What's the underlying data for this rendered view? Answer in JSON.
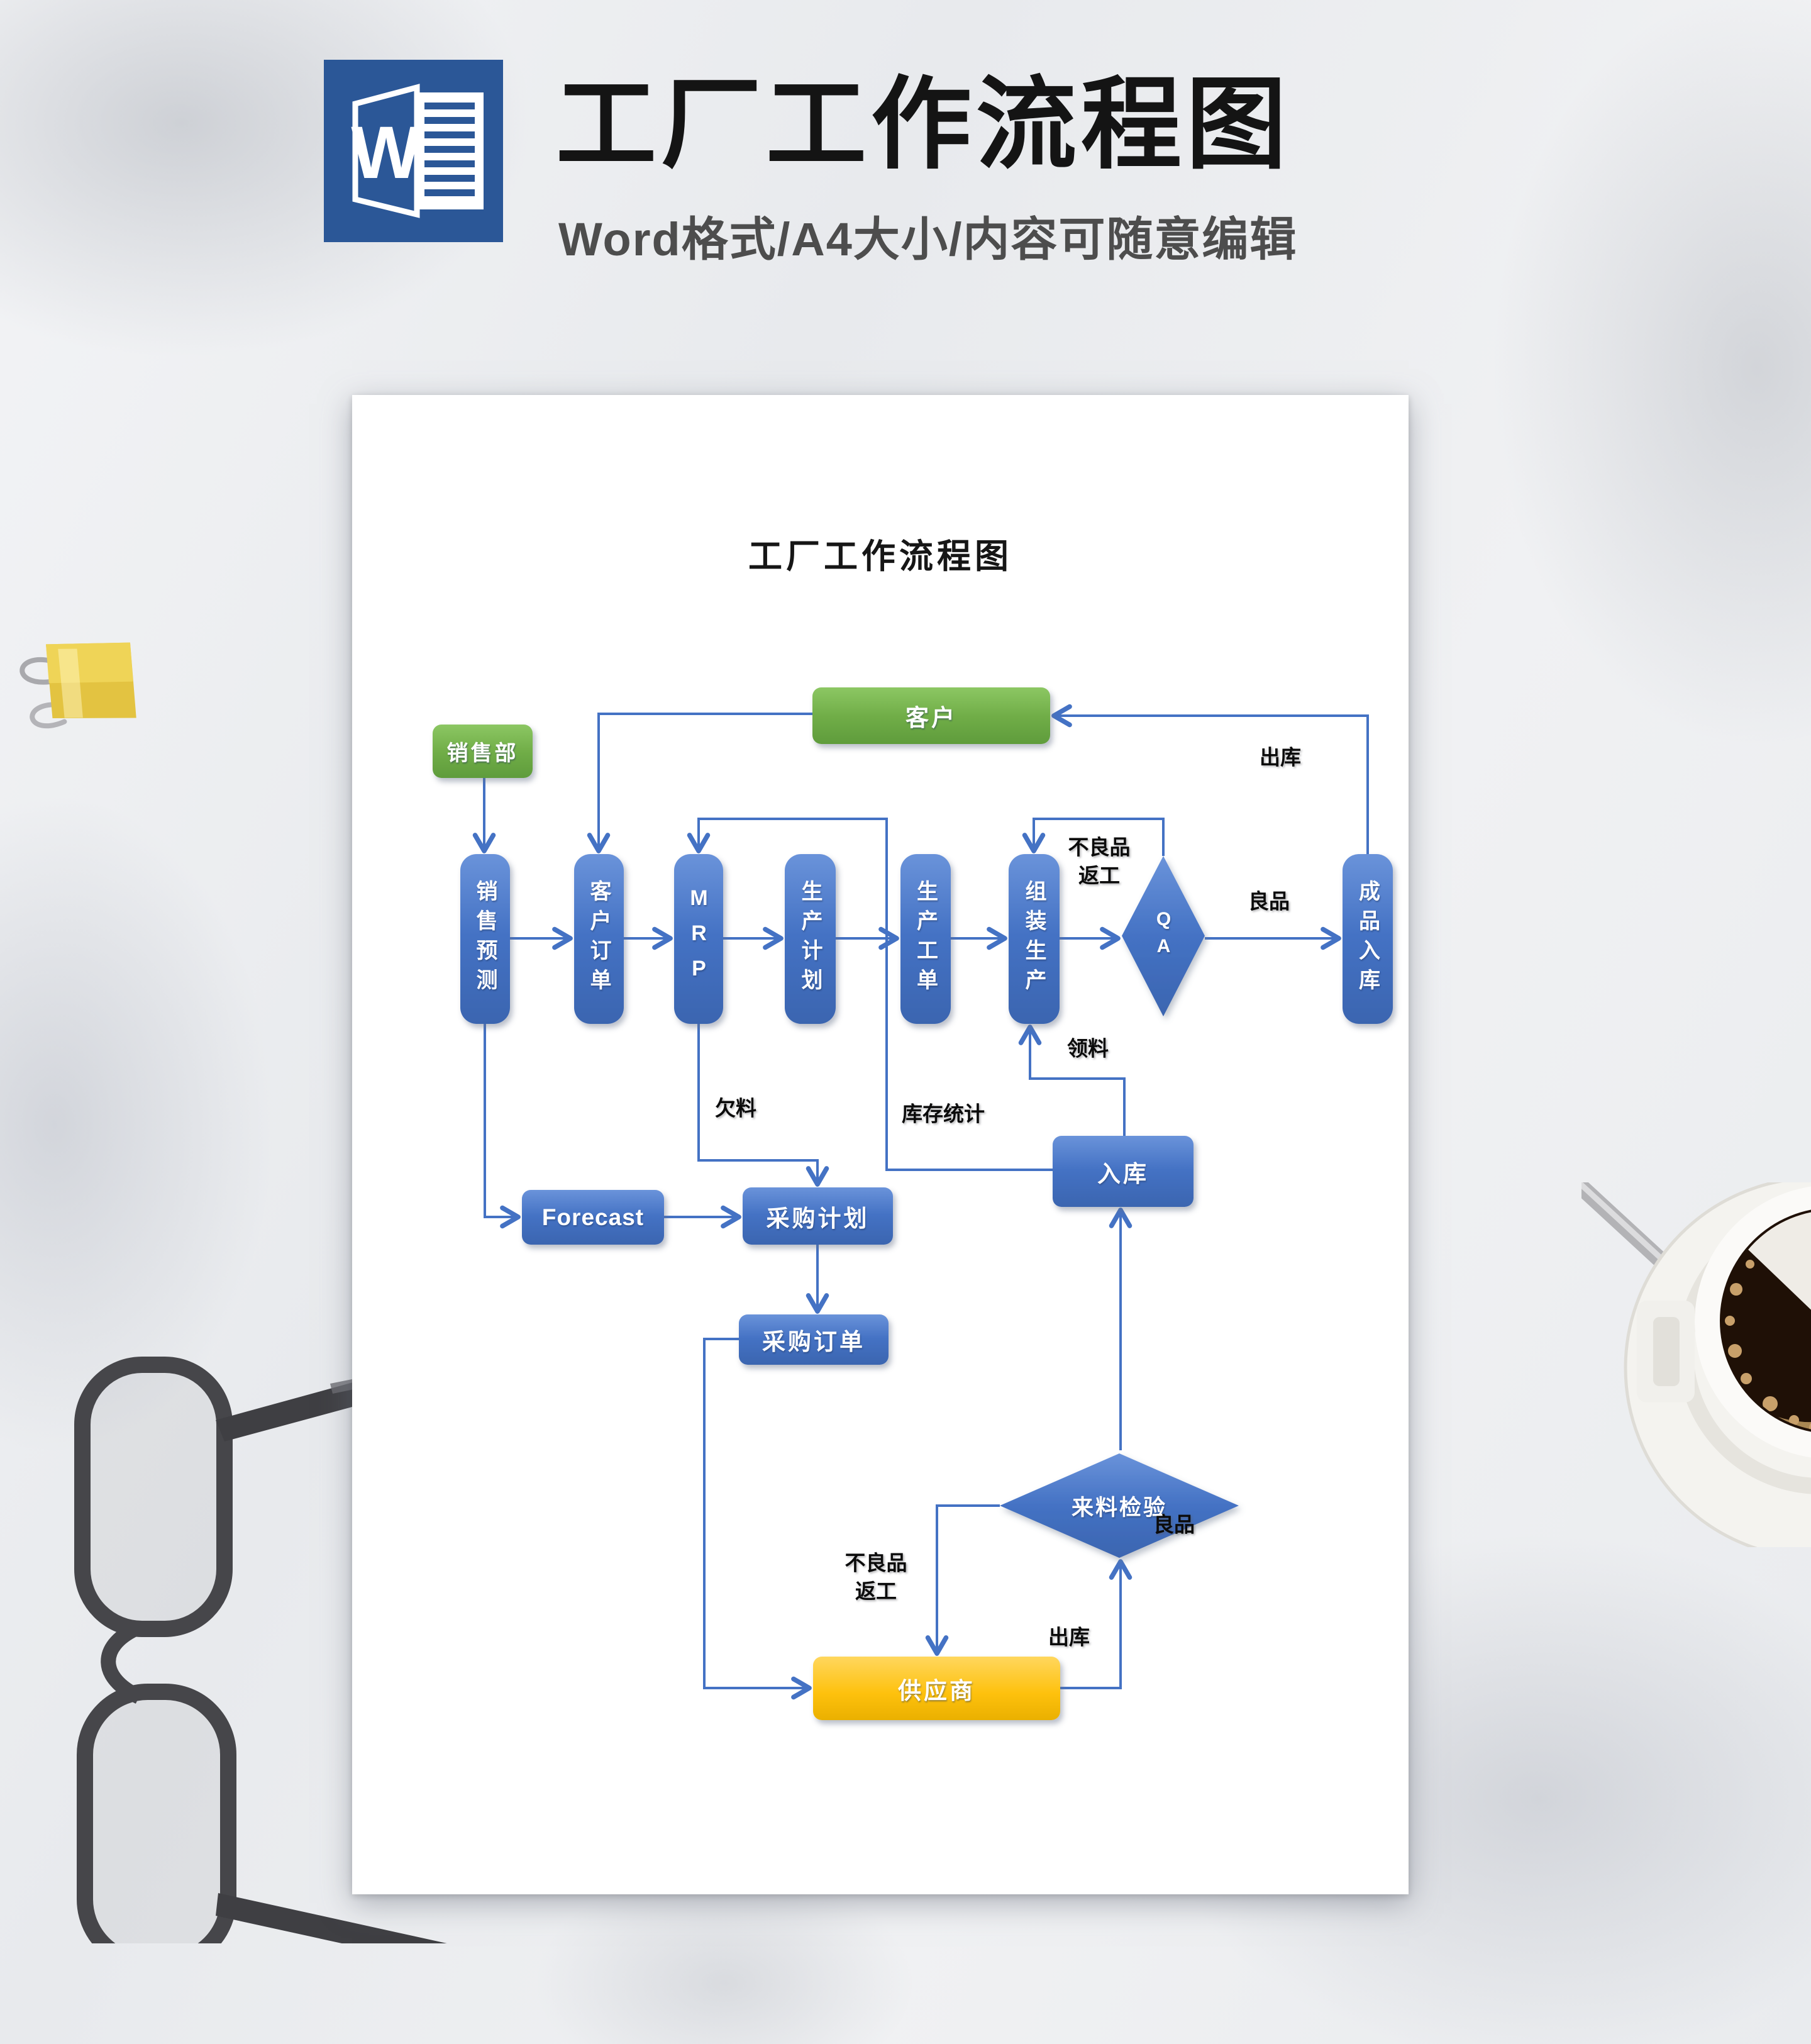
{
  "header": {
    "icon_letter": "W",
    "title": "工厂工作流程图",
    "subtitle": "Word格式/A4大小/内容可随意编辑"
  },
  "flowchart": {
    "title": "工厂工作流程图",
    "nodes": {
      "sales_dept": {
        "label": "销售部"
      },
      "customer": {
        "label": "客户"
      },
      "sales_forecast": {
        "label": "销售预测"
      },
      "customer_order": {
        "label": "客户订单"
      },
      "mrp": {
        "label": "MRP"
      },
      "production_plan": {
        "label": "生产计划"
      },
      "production_work_order": {
        "label": "生产工单"
      },
      "assembly_production": {
        "label": "组装生产"
      },
      "qa": {
        "label": "QA"
      },
      "finished_goods_storage": {
        "label": "成品入库"
      },
      "storage_in": {
        "label": "入库"
      },
      "forecast": {
        "label": "Forecast"
      },
      "purchase_plan": {
        "label": "采购计划"
      },
      "purchase_order": {
        "label": "采购订单"
      },
      "incoming_inspection": {
        "label": "来料检验"
      },
      "supplier": {
        "label": "供应商"
      }
    },
    "edge_labels": {
      "outbound_top": "出库",
      "defect_top_l1": "不良品",
      "defect_top_l2": "返工",
      "good_top": "良品",
      "material_draw": "领料",
      "stock_stats": "库存统计",
      "material_shortage": "欠料",
      "good_bottom": "良品",
      "outbound_bottom": "出库",
      "defect_bottom_l1": "不良品",
      "defect_bottom_l2": "返工"
    }
  },
  "colors": {
    "accent_blue": "#4472C4",
    "green": "#70AD47",
    "yellow": "#FFC000",
    "word_icon_blue": "#2B5797",
    "connector": "#4472C4"
  }
}
